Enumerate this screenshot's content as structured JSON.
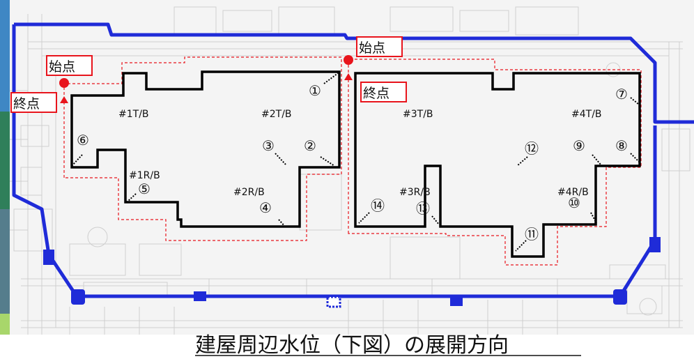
{
  "caption": "建屋周辺水位（下図）の展開方向",
  "colors": {
    "pipe": "#1f2bd8",
    "route": "#e8141c",
    "building": "#000000",
    "cad": "#c9c9c9"
  },
  "labels": {
    "start_left": "始点",
    "end_left": "終点",
    "start_right": "始点",
    "end_right": "終点"
  },
  "buildings": {
    "b1t": "#1T/B",
    "b2t": "#2T/B",
    "b1r": "#1R/B",
    "b2r": "#2R/B",
    "b3t": "#3T/B",
    "b4t": "#4T/B",
    "b3r": "#3R/B",
    "b4r": "#4R/B"
  },
  "points": {
    "p1": "①",
    "p2": "②",
    "p3": "③",
    "p4": "④",
    "p5": "⑤",
    "p6": "⑥",
    "p7": "⑦",
    "p8": "⑧",
    "p9": "⑨",
    "p10": "⑩",
    "p11": "⑪",
    "p12": "⑫",
    "p13": "⑬",
    "p14": "⑭"
  }
}
